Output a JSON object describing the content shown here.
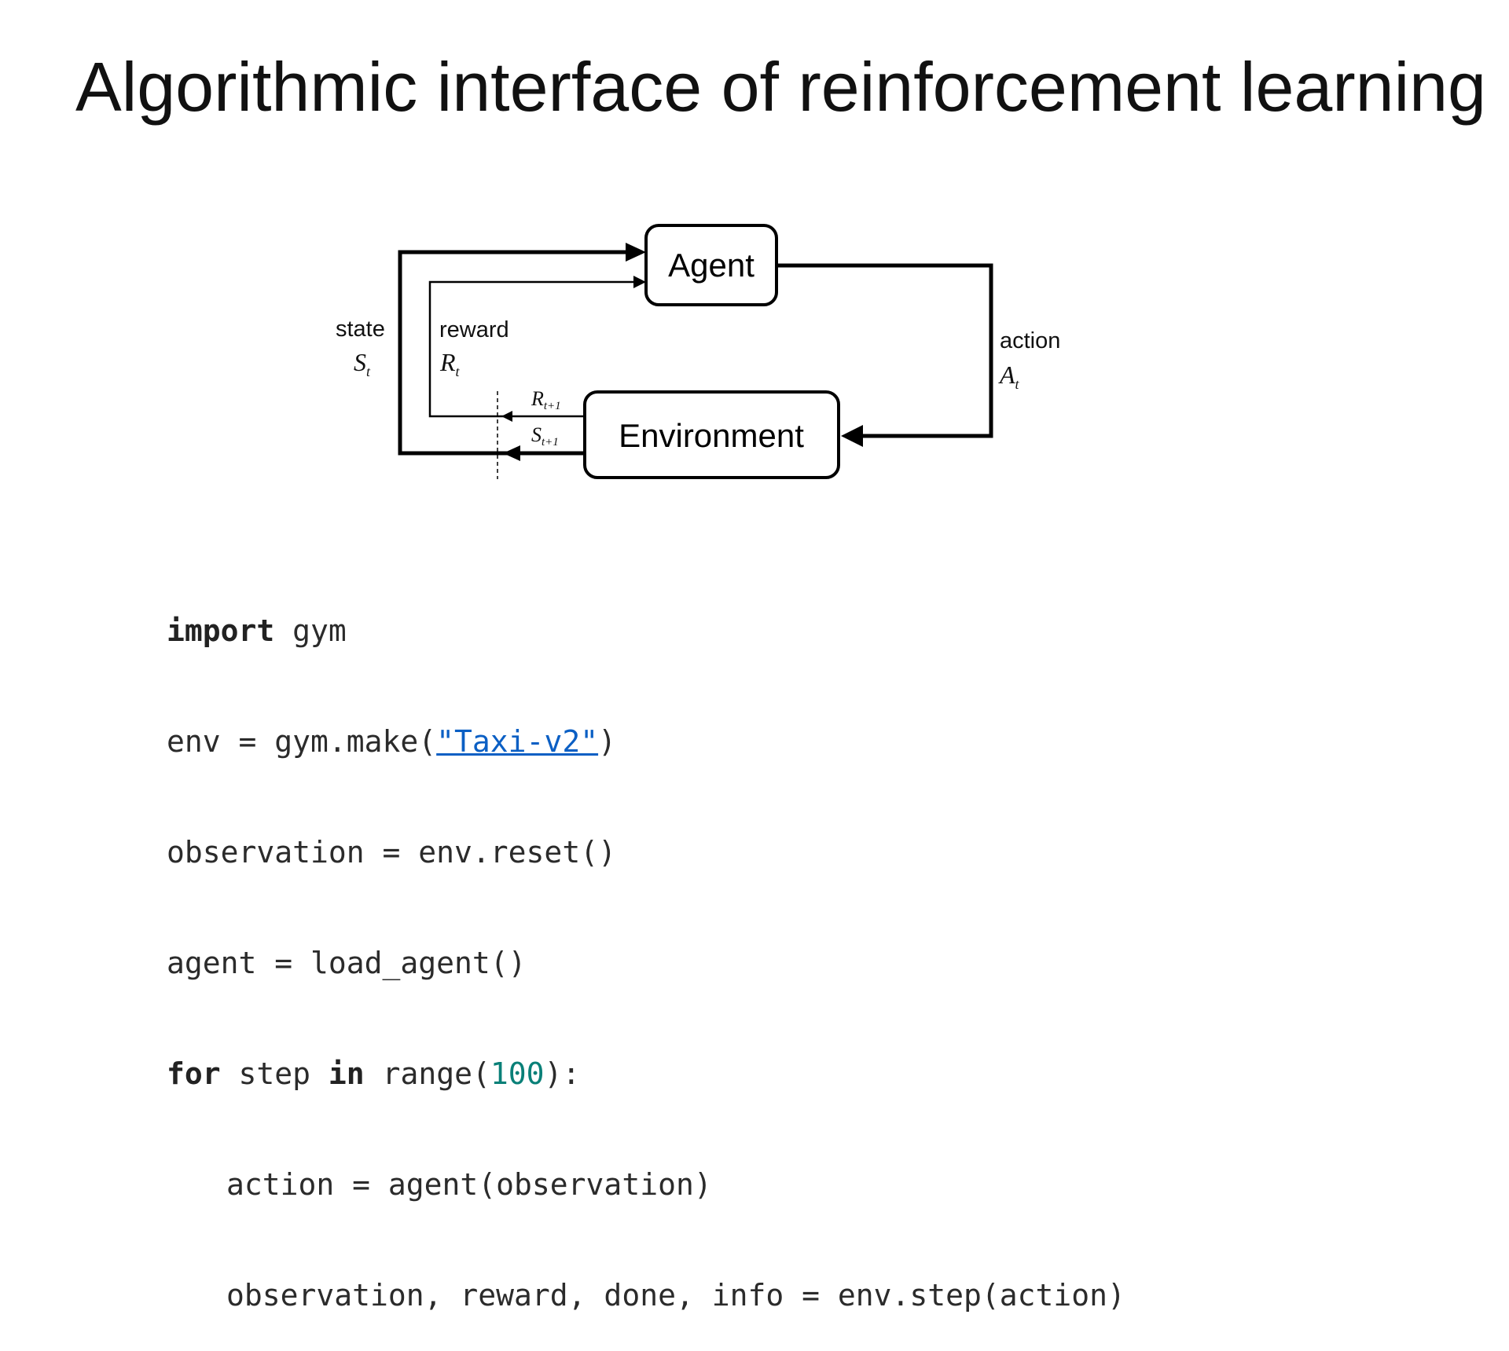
{
  "slide": {
    "title": "Algorithmic interface of reinforcement learning"
  },
  "diagram": {
    "agent_label": "Agent",
    "environment_label": "Environment",
    "state_label": "state",
    "state_symbol": "S",
    "state_sub": "t",
    "reward_label": "reward",
    "reward_symbol": "R",
    "reward_sub": "t",
    "action_label": "action",
    "action_symbol": "A",
    "action_sub": "t",
    "next_reward_symbol": "R",
    "next_reward_sub": "t+1",
    "next_state_symbol": "S",
    "next_state_sub": "t+1"
  },
  "code": {
    "l1_kw": "import",
    "l1_rest": " gym",
    "l2_pre": "env = gym.make(",
    "l2_str": "\"Taxi-v2\"",
    "l2_post": ")",
    "l3": "observation = env.reset()",
    "l4": "agent = load_agent()",
    "l5_kw1": "for",
    "l5_mid": " step ",
    "l5_kw2": "in",
    "l5_pre": " range(",
    "l5_num": "100",
    "l5_post": "):",
    "l6": "action = agent(observation)",
    "l7": "observation, reward, done, info = env.step(action)",
    "colors": {
      "string": "#0b5fc4",
      "number": "#0a8078"
    }
  }
}
